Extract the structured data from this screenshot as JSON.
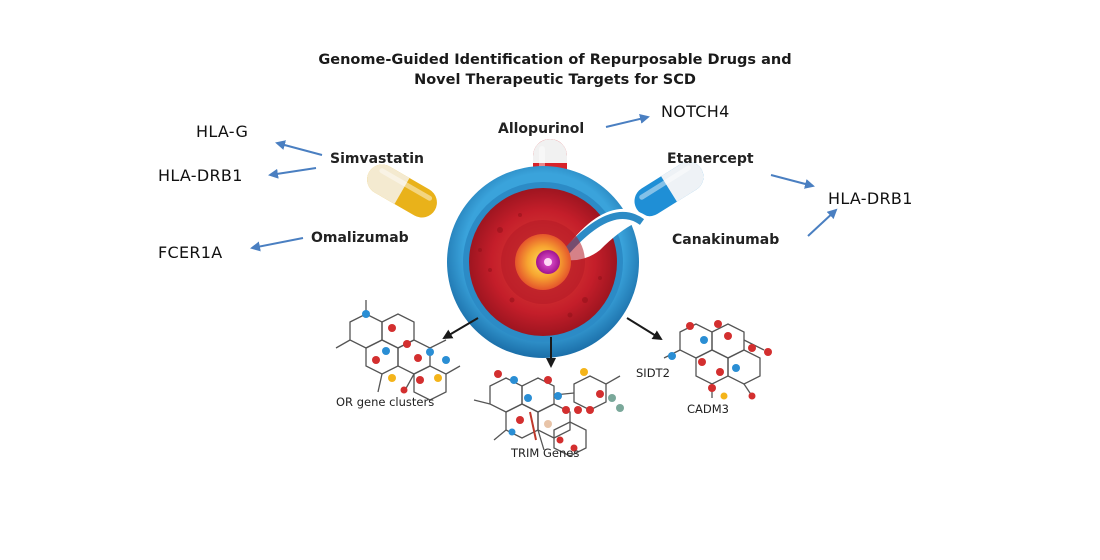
{
  "title": {
    "line1": "Genome-Guided Identification of Repurposable Drugs and",
    "line2": "Novel Therapeutic Targets for SCD"
  },
  "drugs": {
    "allopurinol": "Allopurinol",
    "simvastatin": "Simvastatin",
    "etanercept": "Etanercept",
    "omalizumab": "Omalizumab",
    "canakinumab": "Canakinumab"
  },
  "genes": {
    "notch4": "NOTCH4",
    "hla_g": "HLA-G",
    "hla_drb1_left": "HLA-DRB1",
    "hla_drb1_right": "HLA-DRB1",
    "fcer1a": "FCER1A"
  },
  "molecules": {
    "left_label": "OR gene clusters",
    "center_label": "TRIM Genes",
    "right_label_top": "SIDT2",
    "right_label_bottom": "CADM3"
  },
  "colors": {
    "arrow_blue": "#4a7fc1",
    "arrow_black": "#1a1a1a",
    "cell_outer": "#2e8fc7",
    "cell_red": "#c8202a",
    "capsule_red": "#d8232a",
    "capsule_yellow": "#e9b21a",
    "capsule_blue": "#1f8fd6"
  }
}
